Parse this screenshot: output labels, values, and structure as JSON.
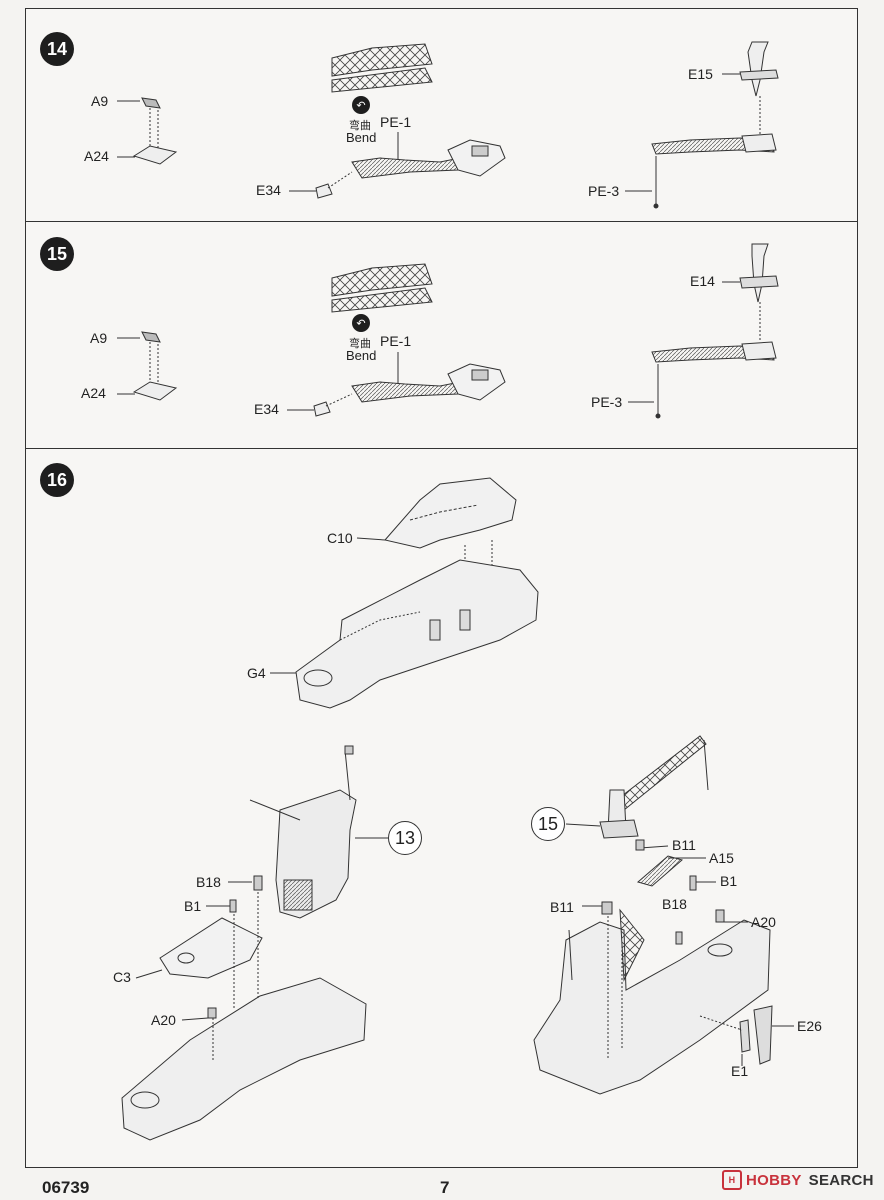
{
  "steps": [
    {
      "number": "14",
      "labels": {
        "a9": "A9",
        "a24": "A24",
        "bend_cn": "弯曲",
        "bend_en": "Bend",
        "pe1": "PE-1",
        "e34": "E34",
        "e_top": "E15",
        "pe3": "PE-3"
      }
    },
    {
      "number": "15",
      "labels": {
        "a9": "A9",
        "a24": "A24",
        "bend_cn": "弯曲",
        "bend_en": "Bend",
        "pe1": "PE-1",
        "e34": "E34",
        "e_top": "E14",
        "pe3": "PE-3"
      }
    },
    {
      "number": "16",
      "labels": {
        "c10": "C10",
        "g4": "G4",
        "ref13": "13",
        "b18": "B18",
        "b1": "B1",
        "c3": "C3",
        "a20": "A20",
        "ref15": "15",
        "b11_top": "B11",
        "a15": "A15",
        "b1_right": "B1",
        "b11_left": "B11",
        "b18_right": "B18",
        "a20_right": "A20",
        "e26": "E26",
        "e1": "E1"
      }
    }
  ],
  "footer": {
    "product_code": "06739",
    "page_number": "7"
  },
  "watermark": {
    "logo": "H",
    "brand": "HOBBY",
    "suffix": "SEARCH",
    "color": "#c8323c"
  },
  "icons": {
    "bend": "bend-icon"
  }
}
